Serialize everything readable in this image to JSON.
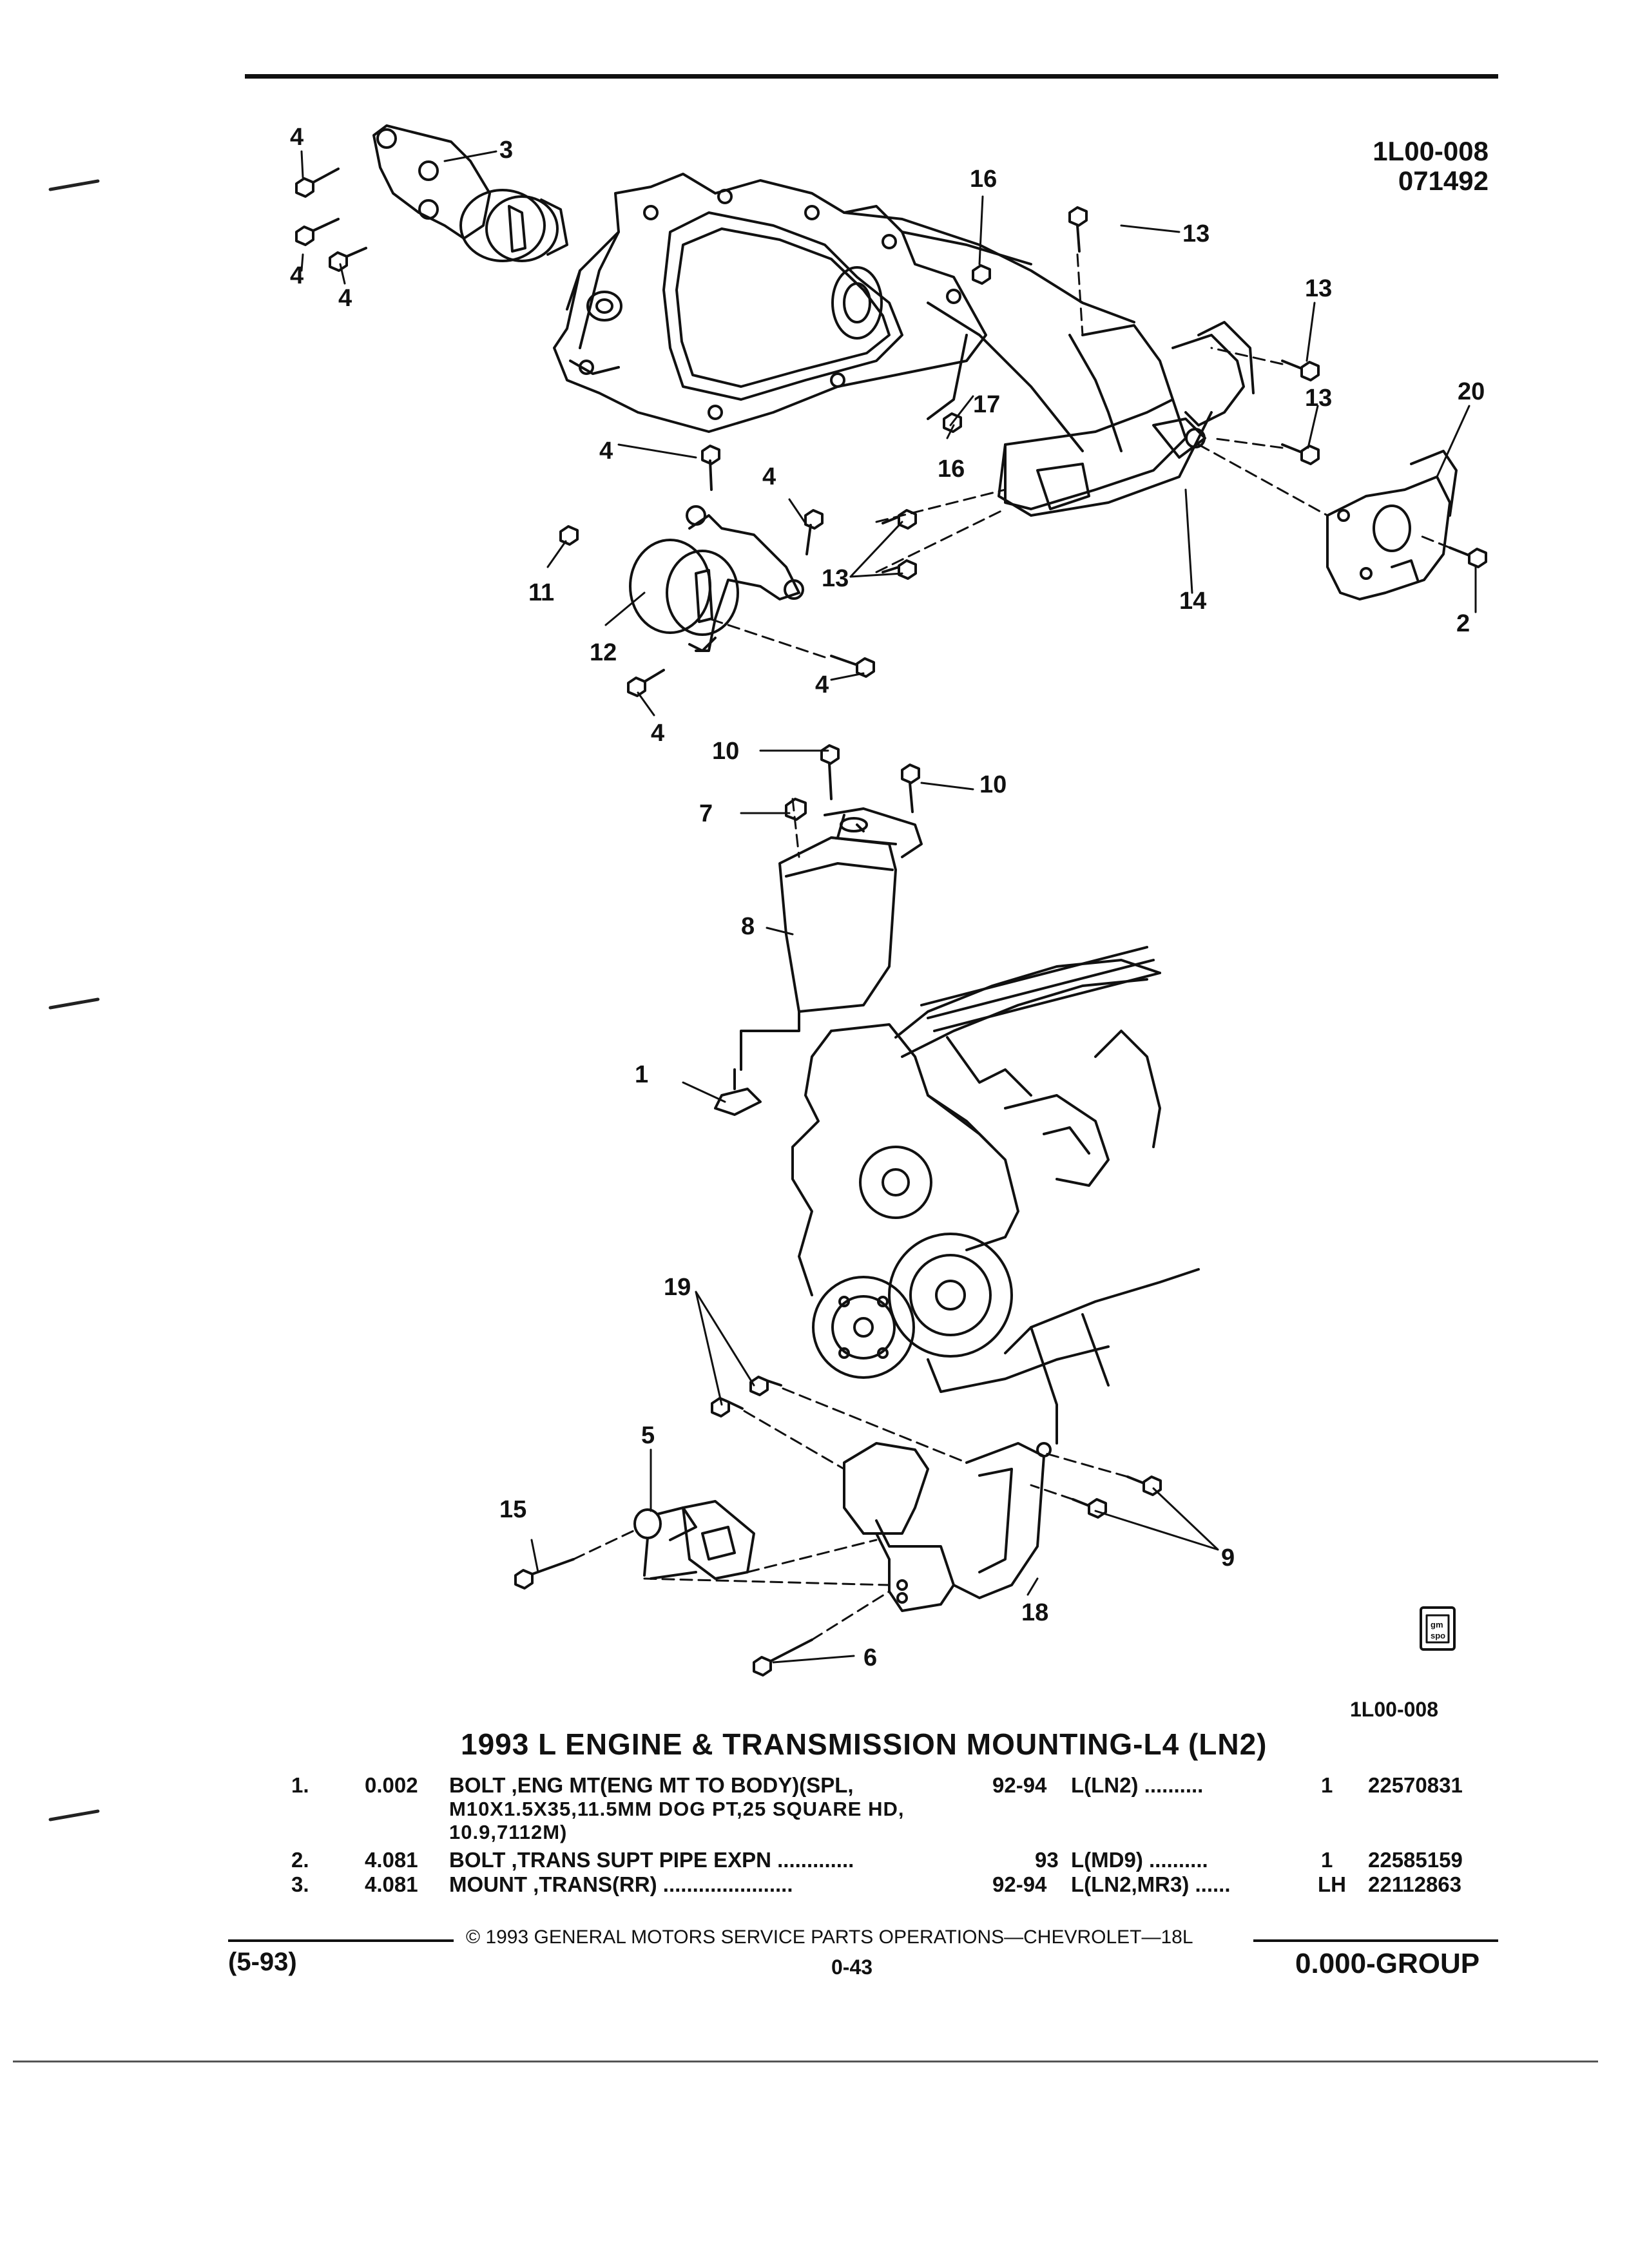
{
  "header": {
    "code": "1L00-008",
    "date": "071492"
  },
  "illustration": {
    "callouts": [
      "1",
      "2",
      "3",
      "4",
      "5",
      "6",
      "7",
      "8",
      "9",
      "10",
      "11",
      "12",
      "13",
      "14",
      "15",
      "16",
      "17",
      "18",
      "19",
      "20"
    ],
    "logo_text": "gm spo",
    "illustration_code": "1L00-008"
  },
  "section_title": "1993 L ENGINE & TRANSMISSION MOUNTING-L4 (LN2)",
  "parts": [
    {
      "no": "1.",
      "group": "0.002",
      "description": "BOLT ,ENG MT(ENG MT TO BODY)(SPL,",
      "continuation": [
        "M10X1.5X35,11.5MM DOG PT,25 SQUARE HD,",
        "10.9,7112M)"
      ],
      "years": "92-94",
      "model": "L(LN2) ..........",
      "qty": "1",
      "part_number": "22570831"
    },
    {
      "no": "2.",
      "group": "4.081",
      "description": "BOLT ,TRANS SUPT PIPE EXPN .............",
      "continuation": [],
      "years": "93",
      "model": "L(MD9) ..........",
      "qty": "1",
      "part_number": "22585159"
    },
    {
      "no": "3.",
      "group": "4.081",
      "description": "MOUNT ,TRANS(RR) ......................",
      "continuation": [],
      "years": "92-94",
      "model": "L(LN2,MR3) ......",
      "qty": "LH",
      "part_number": "22112863"
    }
  ],
  "footer": {
    "copyright": "© 1993 GENERAL MOTORS SERVICE PARTS OPERATIONS—CHEVROLET—18L",
    "page": "0-43",
    "date_code": "(5-93)",
    "group": "0.000-GROUP"
  }
}
